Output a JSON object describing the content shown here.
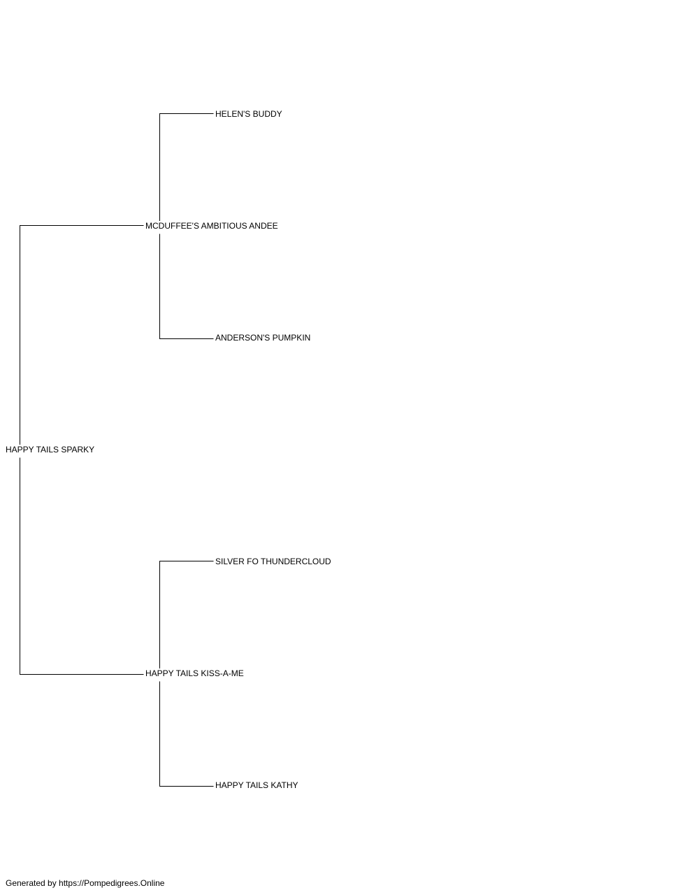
{
  "pedigree": {
    "subject": "HAPPY TAILS SPARKY",
    "sire": {
      "name": "MCDUFFEE'S AMBITIOUS ANDEE",
      "sire": "HELEN'S BUDDY",
      "dam": "ANDERSON'S PUMPKIN"
    },
    "dam": {
      "name": "HAPPY TAILS KISS-A-ME",
      "sire": "SILVER FO THUNDERCLOUD",
      "dam": "HAPPY TAILS KATHY"
    }
  },
  "footer": {
    "text": "Generated by https://Pompedigrees.Online"
  },
  "colors": {
    "line": "#000000",
    "background": "#ffffff"
  }
}
